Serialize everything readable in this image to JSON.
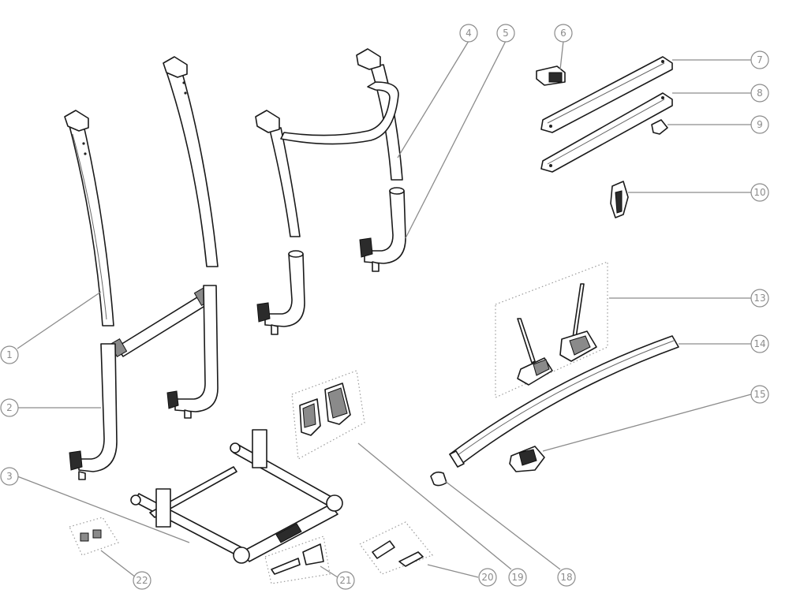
{
  "diagram": {
    "parts": [
      {
        "id": "part-1",
        "label": "1"
      },
      {
        "id": "part-2",
        "label": "2"
      },
      {
        "id": "part-3",
        "label": "3"
      },
      {
        "id": "part-4",
        "label": "4"
      },
      {
        "id": "part-5",
        "label": "5"
      },
      {
        "id": "part-6",
        "label": "6"
      },
      {
        "id": "part-7",
        "label": "7"
      },
      {
        "id": "part-8",
        "label": "8"
      },
      {
        "id": "part-9",
        "label": "9"
      },
      {
        "id": "part-10",
        "label": "10"
      },
      {
        "id": "part-13",
        "label": "13"
      },
      {
        "id": "part-14",
        "label": "14"
      },
      {
        "id": "part-15",
        "label": "15"
      },
      {
        "id": "part-18",
        "label": "18"
      },
      {
        "id": "part-19",
        "label": "19"
      },
      {
        "id": "part-20",
        "label": "20"
      },
      {
        "id": "part-21",
        "label": "21"
      },
      {
        "id": "part-22",
        "label": "22"
      }
    ],
    "colors": {
      "line": "#1a1a1a",
      "leader": "#8c8c8c",
      "background": "#ffffff"
    }
  }
}
